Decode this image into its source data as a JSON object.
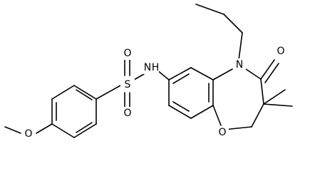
{
  "atoms": {
    "methoxy_o": "O",
    "sulfur": "S",
    "sulfonyl_o_top": "O",
    "sulfonyl_o_bottom": "O",
    "nh": "N",
    "nh_h": "H",
    "ring_n": "N",
    "carbonyl_o": "O",
    "ring_o": "O"
  }
}
